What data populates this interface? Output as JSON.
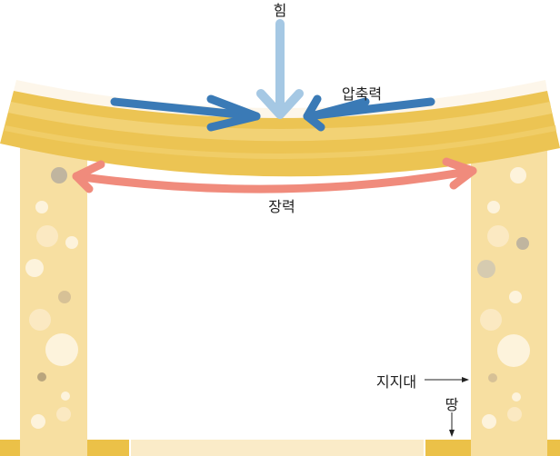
{
  "labels": {
    "force": "힘",
    "compression": "압축력",
    "tension": "장력",
    "support": "지지대",
    "ground": "땅"
  },
  "colors": {
    "beam": "#ecc453",
    "beam_light": "#f2d275",
    "pillar": "#f7dfa1",
    "ground_gold": "#ebc148",
    "ground_light": "#faebc8",
    "force_arrow": "#a5c8e4",
    "compression_arrow": "#3a7ab6",
    "tension_arrow": "#f08b7c"
  }
}
